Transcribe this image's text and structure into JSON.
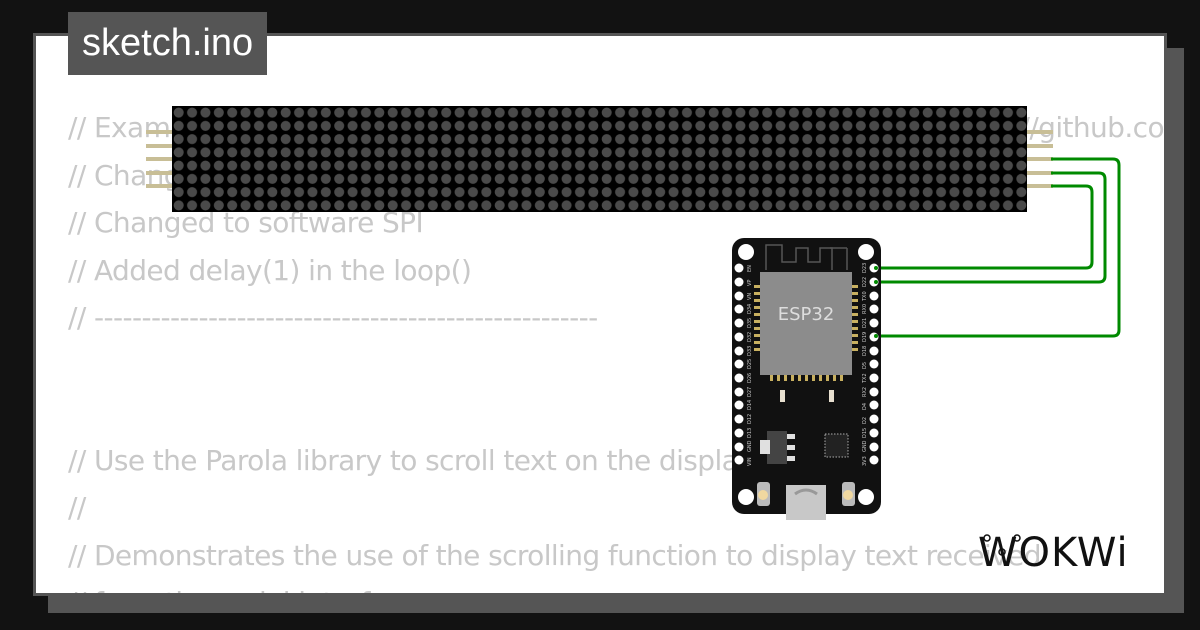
{
  "file_tab": {
    "label": "sketch.ino"
  },
  "code": {
    "lines": [
      "// Example sketch which shows how to display some patterns on https://github.com/.../blob/ma",
      "// Changed ...",
      "// Changed to software SPI",
      "// Added delay(1) in the loop()",
      "// -----------------------------------------------------",
      "",
      "",
      "// Use the Parola library to scroll text on the display",
      "//",
      "// Demonstrates the use of the scrolling function to display text received",
      "// from the serial interface"
    ]
  },
  "circuit": {
    "led_matrix": {
      "rows": 8,
      "cols": 64,
      "pins": 5
    },
    "board": {
      "chip_label": "ESP32",
      "left_pins": [
        "EN",
        "VP",
        "VN",
        "D34",
        "D35",
        "D32",
        "D33",
        "D25",
        "D26",
        "D27",
        "D14",
        "D12",
        "D13",
        "GND",
        "VIN"
      ],
      "right_pins": [
        "D23",
        "D22",
        "TX0",
        "RX0",
        "D21",
        "D19",
        "D18",
        "D5",
        "TX2",
        "RX2",
        "D4",
        "D2",
        "D15",
        "GND",
        "3V3"
      ]
    },
    "wires": [
      {
        "from": "matrix-pin-3",
        "to": "D19"
      },
      {
        "from": "matrix-pin-4",
        "to": "D22"
      },
      {
        "from": "matrix-pin-5",
        "to": "D23"
      }
    ],
    "colors": {
      "wire": "#008a00",
      "pin": "#c8be96",
      "board": "#111111",
      "chip": "#8c8c8c",
      "dot": "#4a4a4a"
    }
  },
  "brand": {
    "logo": "WOKWi"
  }
}
